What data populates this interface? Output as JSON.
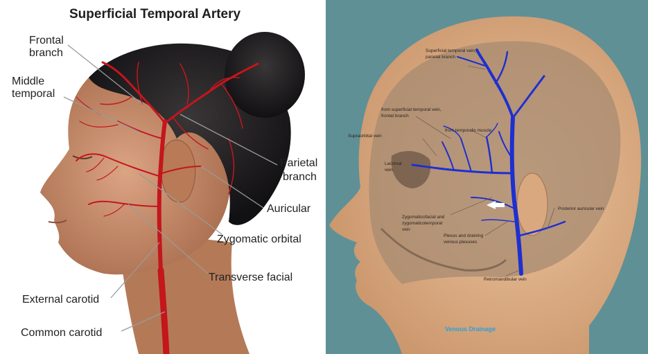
{
  "left": {
    "title": "Superficial Temporal Artery",
    "labels": {
      "frontal_1": "Frontal",
      "frontal_2": "branch",
      "middle_1": "Middle",
      "middle_2": "temporal",
      "parietal_1": "Parietal",
      "parietal_2": "branch",
      "auricular": "Auricular",
      "zygomatic": "Zygomatic orbital",
      "transverse": "Transverse facial",
      "external": "External carotid",
      "common": "Common carotid"
    },
    "colors": {
      "artery": "#c4161c",
      "hair": "#1c1a1c",
      "skin": "#c98f6c"
    }
  },
  "right": {
    "labels": {
      "sup_parietal_1": "Superficial temporal vein,",
      "sup_parietal_2": "parietal branch",
      "sup_frontal_1": "from superficial temporal vein,",
      "sup_frontal_2": "frontal branch",
      "supraorbital": "Supraorbital vein",
      "temporalis": "from temporalis muscle",
      "lacrimal_1": "Lacrimal",
      "lacrimal_2": "vein",
      "zygo_1": "Zygomaticofacial and",
      "zygo_2": "zygomaticotemporal",
      "zygo_3": "vein",
      "plexus_1": "Plexus and draining",
      "plexus_2": "venous plexuses",
      "post_auricular": "Posterior auricular vein",
      "retromandibular": "Retromandibular vein",
      "caption": "Venous Drainage"
    },
    "colors": {
      "vein": "#1f2fd0",
      "background": "#5f9096",
      "skin": "#e3b58c"
    }
  }
}
